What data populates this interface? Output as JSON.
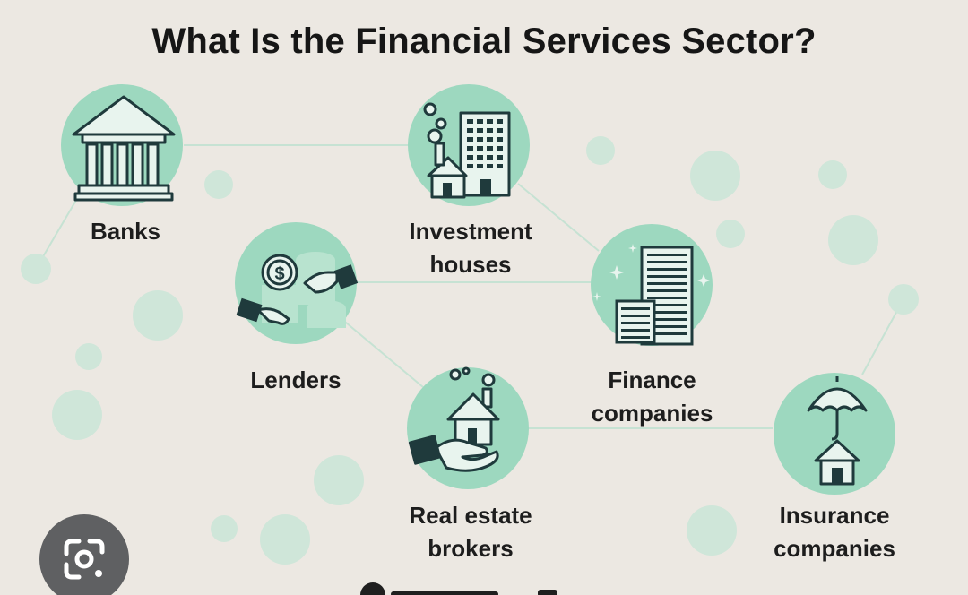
{
  "title": "What Is the Financial Services Sector?",
  "nodes": [
    {
      "id": "banks",
      "label": [
        "Banks"
      ],
      "icon": "bank-building-icon"
    },
    {
      "id": "investment",
      "label": [
        "Investment",
        "houses"
      ],
      "icon": "investment-buildings-icon"
    },
    {
      "id": "lenders",
      "label": [
        "Lenders"
      ],
      "icon": "coin-exchange-hands-icon"
    },
    {
      "id": "finance",
      "label": [
        "Finance",
        "companies"
      ],
      "icon": "office-tower-icon"
    },
    {
      "id": "realestate",
      "label": [
        "Real estate",
        "brokers"
      ],
      "icon": "house-in-hand-icon"
    },
    {
      "id": "insurance",
      "label": [
        "Insurance",
        "companies"
      ],
      "icon": "umbrella-house-icon"
    }
  ],
  "colors": {
    "background": "#ece8e2",
    "node_fill": "#9dd8bf",
    "dot_fill": "#cfe6d9",
    "line": "#c6e2d3",
    "ink": "#1f3a3c"
  },
  "overlay": {
    "icon": "google-lens-icon"
  }
}
